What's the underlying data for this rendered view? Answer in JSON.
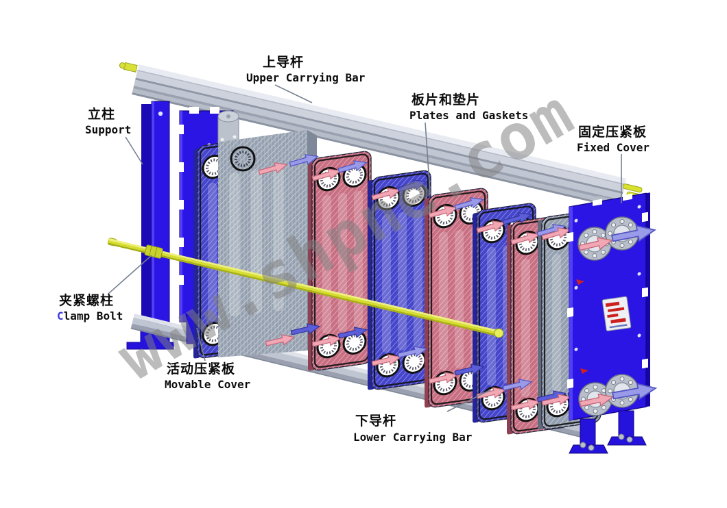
{
  "diagram": {
    "subject": "plate-heat-exchanger-exploded-view",
    "watermark": "www.shpne.com",
    "labels": {
      "upper_carrying_bar": {
        "zh": "上导杆",
        "en": "Upper Carrying Bar"
      },
      "support": {
        "zh": "立柱",
        "en": "Support"
      },
      "plates_and_gaskets": {
        "zh": "板片和垫片",
        "en": "Plates and Gaskets"
      },
      "fixed_cover": {
        "zh": "固定压紧板",
        "en": "Fixed Cover"
      },
      "clamp_bolt": {
        "zh": "夹紧螺柱",
        "en_initial": "C",
        "en_rest": "lamp Bolt"
      },
      "movable_cover": {
        "zh": "活动压紧板",
        "en": "Movable Cover"
      },
      "lower_carrying_bar": {
        "zh": "下导杆",
        "en": "Lower Carrying Bar"
      }
    },
    "colors": {
      "frame_blue": "#2b15e5",
      "frame_blue_dark": "#1a09b5",
      "plate_blue": "#4545c9",
      "plate_pink": "#c76f83",
      "plate_gray": "#94a0af",
      "bar_gray": "#cdd2dc",
      "bolt_yellow": "#d6de2e",
      "arrow_pink": "#f2a7b4",
      "arrow_purple": "#999ae8",
      "gasket_black": "#111111",
      "watermark_gray": "#808080",
      "clamp_bolt_c_blue": "#3a3ae0"
    }
  }
}
